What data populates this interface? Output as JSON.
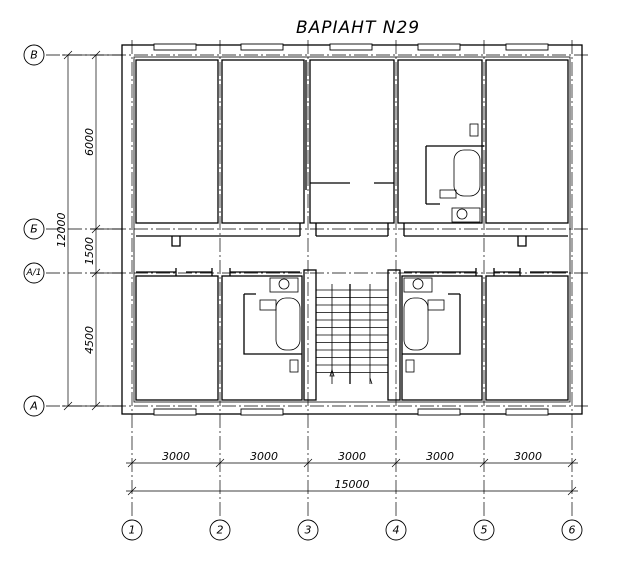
{
  "title": "ВАРІАНТ N29",
  "row_axes": [
    {
      "id": "row-v",
      "label": "В"
    },
    {
      "id": "row-b",
      "label": "Б"
    },
    {
      "id": "row-a1",
      "label": "А/1"
    },
    {
      "id": "row-a",
      "label": "А"
    }
  ],
  "col_axes": [
    "1",
    "2",
    "3",
    "4",
    "5",
    "6"
  ],
  "dims_vertical": {
    "total": "12000",
    "segments": [
      "6000",
      "1500",
      "4500"
    ]
  },
  "dims_horizontal": {
    "segments": [
      "3000",
      "3000",
      "3000",
      "3000",
      "3000"
    ],
    "total": "15000"
  }
}
